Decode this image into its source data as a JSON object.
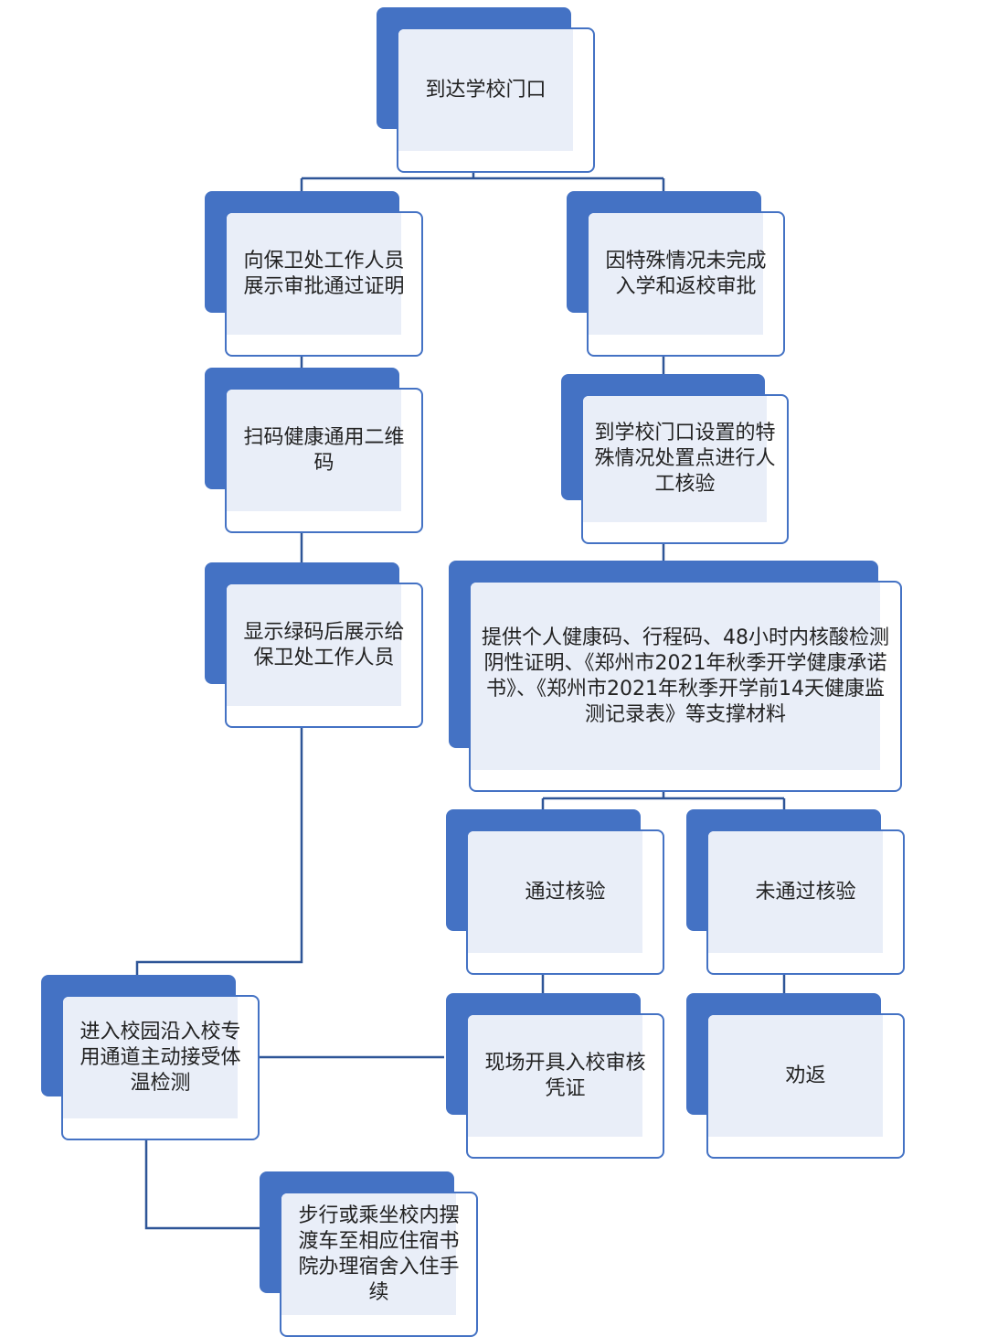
{
  "diagram": {
    "nodes": {
      "arrive": "到达学校门口",
      "show_approval": "向保卫处工作人员展示审批通过证明",
      "special_case": "因特殊情况未完成入学和返校审批",
      "scan_code": "扫码健康通用二维码",
      "manual_check": "到学校门口设置的特殊情况处置点进行人工核验",
      "show_green": "显示绿码后展示给保卫处工作人员",
      "provide_docs": "提供个人健康码、行程码、48小时内核酸检测阴性证明、《郑州市2021年秋季开学健康承诺书》、《郑州市2021年秋季开学前14天健康监测记录表》等支撑材料",
      "pass": "通过核验",
      "fail": "未通过核验",
      "enter_campus": "进入校园沿入校专用通道主动接受体温检测",
      "issue_voucher": "现场开具入校审核凭证",
      "dissuade": "劝返",
      "dorm": "步行或乘坐校内摆渡车至相应住宿书院办理宿舍入住手续"
    },
    "colors": {
      "accent": "#4472c4",
      "fill": "#e9eef8",
      "line": "#2e5597",
      "text": "#222222"
    }
  }
}
